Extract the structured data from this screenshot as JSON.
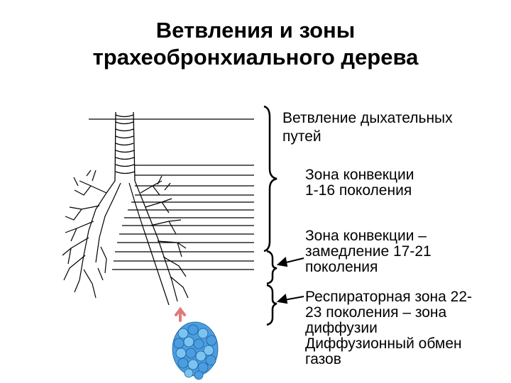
{
  "title": {
    "line1": "Ветвления и зоны",
    "line2": "трахеобронхиального дерева"
  },
  "labels": {
    "branching": [
      "Ветвление дыхательных",
      "путей"
    ],
    "convection": [
      "Зона конвекции",
      "1-16 поколения"
    ],
    "slowdown": [
      "Зона конвекции –",
      "замедление 17-21",
      "поколения"
    ],
    "respiratory": [
      "Респираторная зона 22-",
      "23 поколения – зона",
      "диффузии",
      "Диффузионный обмен",
      "газов"
    ]
  },
  "colors": {
    "alveoli": "#4a9ee0",
    "alveoli_light": "#7cc4f0",
    "arrow": "#e07a7a",
    "line": "#000000"
  }
}
